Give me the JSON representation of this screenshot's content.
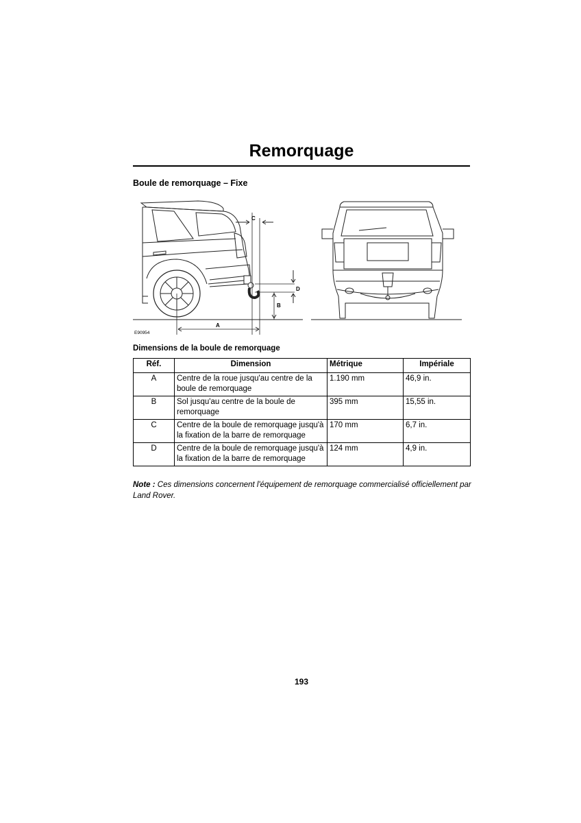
{
  "page": {
    "title": "Remorquage",
    "section_heading": "Boule de remorquage – Fixe",
    "figure": {
      "code": "E90954",
      "labels": {
        "a": "A",
        "b": "B",
        "c": "C",
        "d": "D"
      }
    },
    "table_heading": "Dimensions de la boule de remorquage",
    "table": {
      "headers": [
        "Réf.",
        "Dimension",
        "Métrique",
        "Impériale"
      ],
      "rows": [
        {
          "ref": "A",
          "dimension": "Centre de la roue jusqu'au centre de la boule de remorquage",
          "metric": "1.190 mm",
          "imperial": "46,9 in."
        },
        {
          "ref": "B",
          "dimension": "Sol jusqu'au centre de la boule de remorquage",
          "metric": "395 mm",
          "imperial": "15,55 in."
        },
        {
          "ref": "C",
          "dimension": "Centre de la boule de remorquage jusqu'à la fixation de la barre de remorquage",
          "metric": "170 mm",
          "imperial": "6,7 in."
        },
        {
          "ref": "D",
          "dimension": "Centre de la boule de remorquage jusqu'à la fixation de la barre de remorquage",
          "metric": "124 mm",
          "imperial": "4,9 in."
        }
      ]
    },
    "note": {
      "label": "Note :",
      "text": "Ces dimensions concernent l'équipement de remorquage commercialisé officiellement par Land Rover."
    },
    "page_number": "193"
  }
}
